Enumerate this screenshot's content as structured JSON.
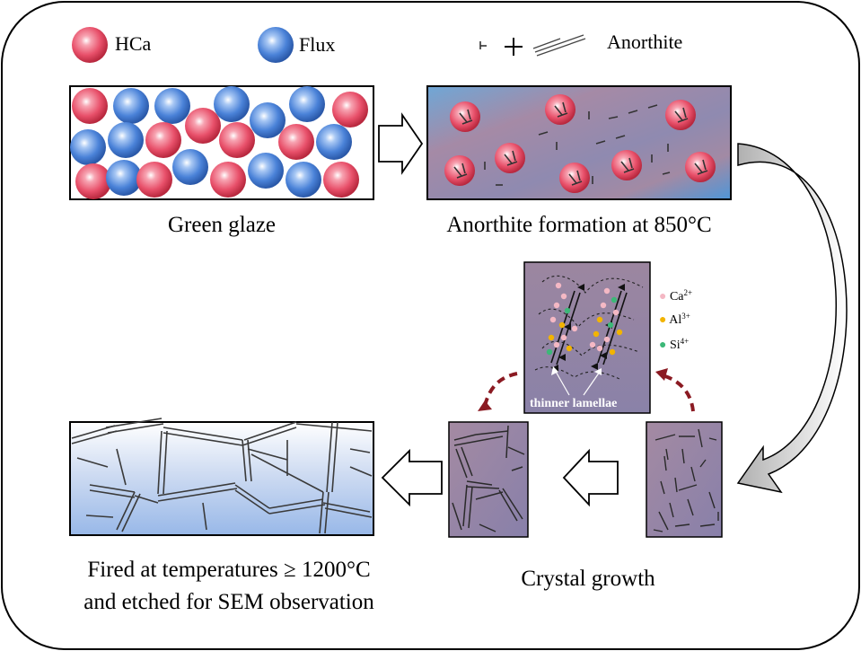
{
  "legend": {
    "hca_label": "HCa",
    "flux_label": "Flux",
    "anorthite_label": "Anorthite"
  },
  "stages": {
    "green_glaze": "Green glaze",
    "anorthite_formation": "Anorthite formation at 850°C",
    "crystal_growth": "Crystal growth",
    "fired_line1": "Fired at temperatures ≥ 1200°C",
    "fired_line2": "and etched for SEM observation"
  },
  "ion_legend": [
    {
      "symbol": "Ca",
      "charge": "2+",
      "color": "#f4b8c4"
    },
    {
      "symbol": "Al",
      "charge": "3+",
      "color": "#f2b400"
    },
    {
      "symbol": "Si",
      "charge": "4+",
      "color": "#3cb878"
    }
  ],
  "inset": {
    "annotation": "thinner lamellae"
  },
  "colors": {
    "hca": "#e8506a",
    "flux": "#4a82d8",
    "glaze_purple": "#9a8aa8",
    "arrow_dark_red": "#8b1a22",
    "sem_blue": "#a8c4ea"
  },
  "icons": {
    "hca": "red-sphere",
    "flux": "blue-sphere",
    "anorthite_seed": "short-dash-line",
    "anorthite_lamella": "parallel-lines"
  }
}
